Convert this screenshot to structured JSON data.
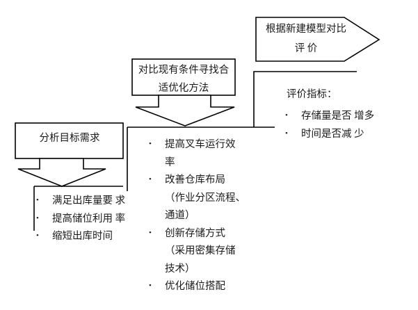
{
  "diagram": {
    "title_shape": {
      "name": "pentagon-arrow",
      "label": "根据新建模型对比评\n价"
    },
    "mid_box": {
      "label": "对比现有条件寻找合\n适优化方法"
    },
    "left_box": {
      "label": "分析目标需求"
    },
    "left_bullets": [
      "满足出库量要\n求",
      "提高储位利用\n率",
      "缩短出库时间"
    ],
    "mid_bullets": [
      "提高叉车运行效\n率",
      "改善仓库布局\n（作业分区流程、\n通道）",
      "创新存储方式\n（采用密集存储\n技术）",
      "优化储位搭配"
    ],
    "right_heading": "评价指标：",
    "right_bullets": [
      "存储量是否\n增多",
      "时间是否减\n少"
    ],
    "colors": {
      "stroke": "#000000",
      "text": "#1a1a1a",
      "background": "#ffffff"
    }
  }
}
